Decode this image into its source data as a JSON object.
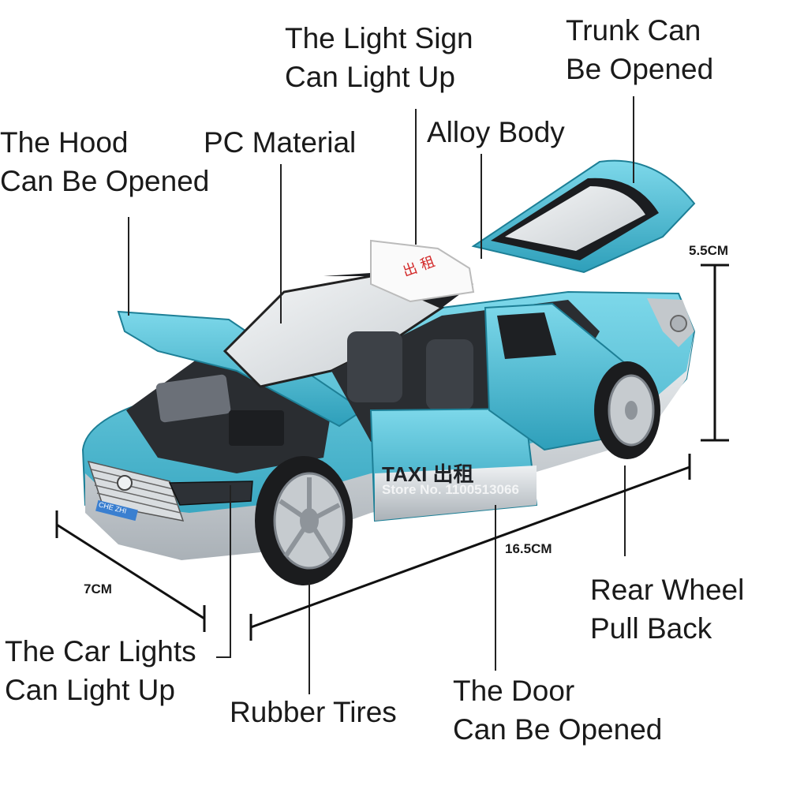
{
  "labels": {
    "light_sign": [
      "The Light Sign",
      "Can Light Up"
    ],
    "trunk": [
      "Trunk Can",
      "Be Opened"
    ],
    "hood": [
      "The Hood",
      "Can Be Opened"
    ],
    "pc_material": "PC Material",
    "alloy_body": "Alloy Body",
    "car_lights": [
      "The Car Lights",
      "Can Light Up"
    ],
    "rubber_tires": "Rubber Tires",
    "door": [
      "The Door",
      "Can Be Opened"
    ],
    "rear_wheel": [
      "Rear Wheel",
      "Pull Back"
    ]
  },
  "dimensions": {
    "height": "5.5CM",
    "length": "16.5CM",
    "width": "7CM"
  },
  "car": {
    "door_text": "TAXI 出租",
    "roof_sign_text": "出 租",
    "plate_text": "CHE ZHI",
    "watermark": "Store No. 1100513066"
  },
  "colors": {
    "body": "#4cc3dc",
    "body_dark": "#2b9bb6",
    "silver": "#cfd4d8",
    "interior": "#2a2d31",
    "line": "#222222"
  }
}
